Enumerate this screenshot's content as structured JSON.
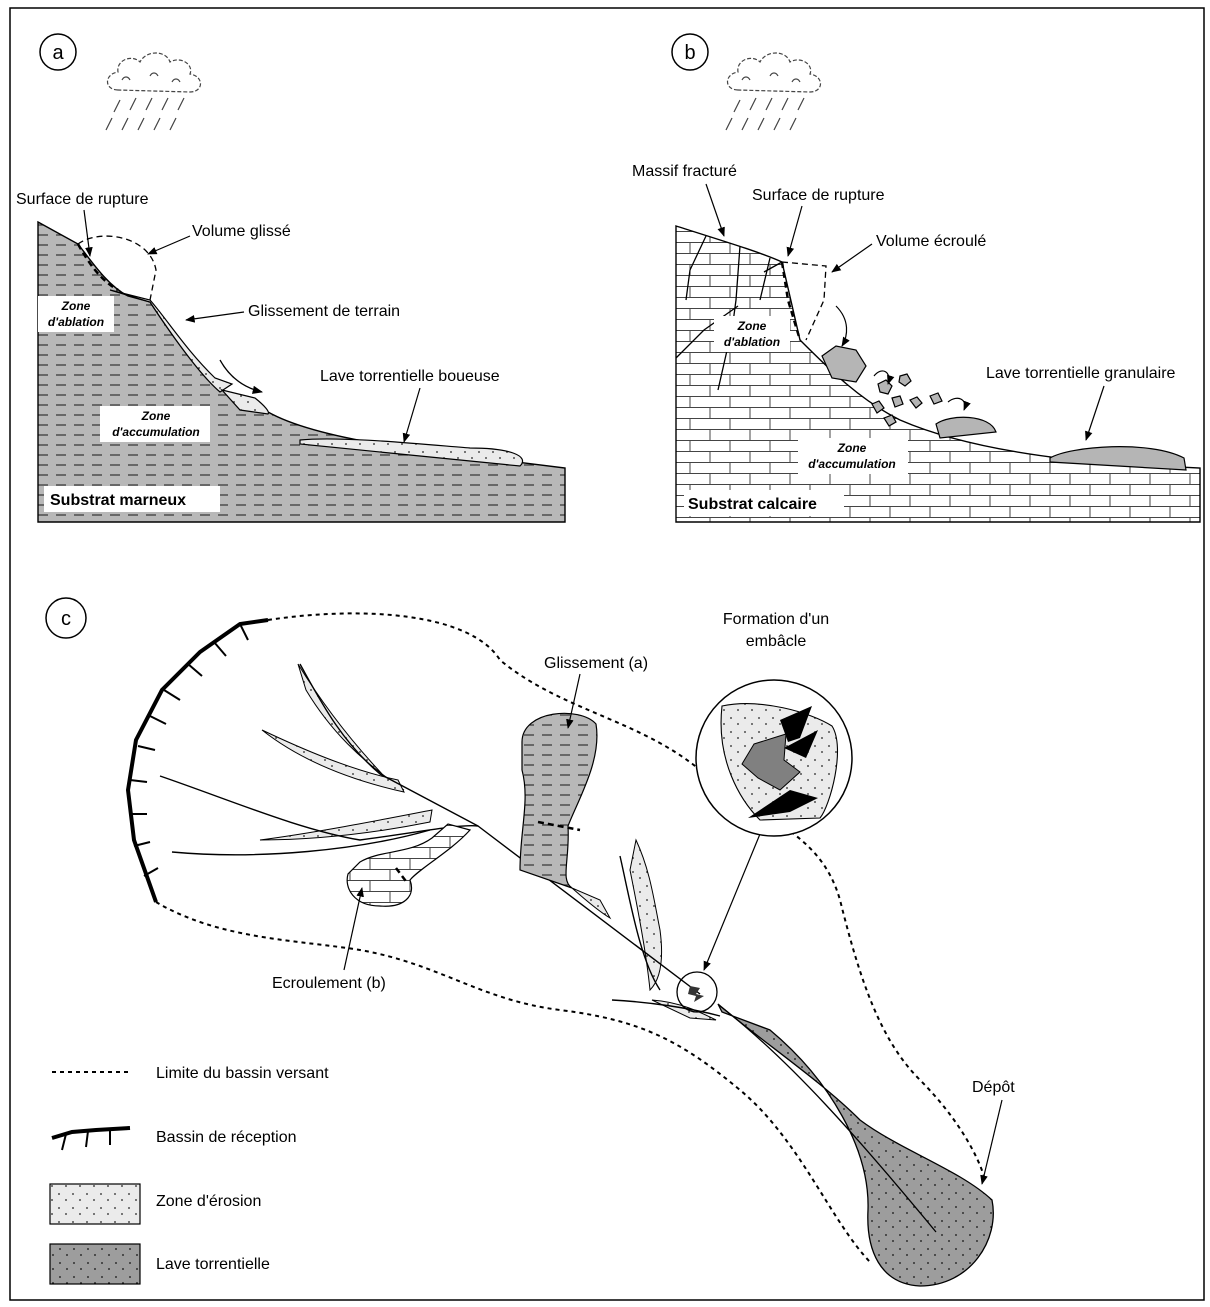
{
  "panel_a": {
    "letter": "a",
    "labels": {
      "surface_rupture": "Surface de rupture",
      "volume_glisse": "Volume glissé",
      "glissement": "Glissement de terrain",
      "lave": "Lave torrentielle boueuse",
      "zone_ablation_1": "Zone",
      "zone_ablation_2": "d'ablation",
      "zone_accumulation_1": "Zone",
      "zone_accumulation_2": "d'accumulation",
      "substrat": "Substrat marneux"
    }
  },
  "panel_b": {
    "letter": "b",
    "labels": {
      "massif": "Massif fracturé",
      "surface_rupture": "Surface de rupture",
      "volume_ecroule": "Volume écroulé",
      "lave": "Lave torrentielle granulaire",
      "zone_ablation_1": "Zone",
      "zone_ablation_2": "d'ablation",
      "zone_accumulation_1": "Zone",
      "zone_accumulation_2": "d'accumulation",
      "substrat": "Substrat calcaire"
    }
  },
  "panel_c": {
    "letter": "c",
    "labels": {
      "embacle_1": "Formation d'un",
      "embacle_2": "embâcle",
      "glissement": "Glissement (a)",
      "ecroulement": "Ecroulement (b)",
      "depot": "Dépôt"
    },
    "legend": [
      {
        "key": "limite",
        "label": "Limite du bassin versant"
      },
      {
        "key": "reception",
        "label": "Bassin de réception"
      },
      {
        "key": "erosion",
        "label": "Zone d'érosion"
      },
      {
        "key": "lave",
        "label": "Lave torrentielle"
      }
    ]
  },
  "colors": {
    "fill_light": "#e8e8e8",
    "fill_dark": "#9a9a9a",
    "line": "#000000"
  }
}
